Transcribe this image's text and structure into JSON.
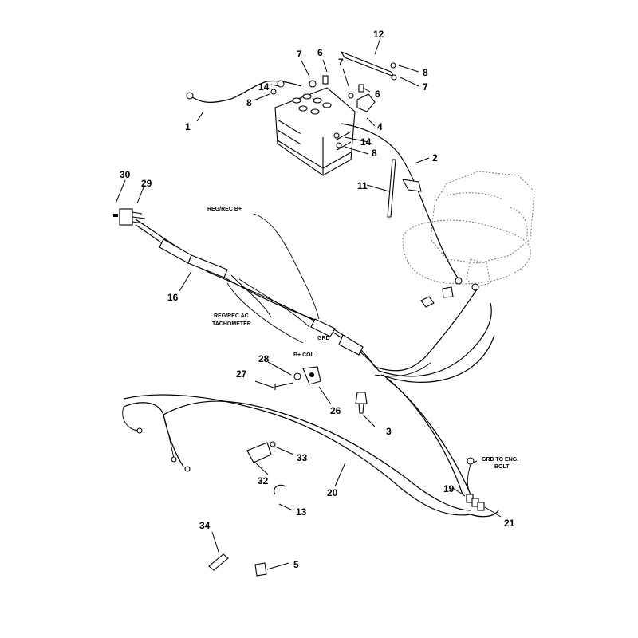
{
  "callouts": {
    "n1": "1",
    "n2": "2",
    "n3": "3",
    "n4": "4",
    "n5": "5",
    "n6a": "6",
    "n6b": "6",
    "n7a": "7",
    "n7b": "7",
    "n7c": "7",
    "n8a": "8",
    "n8b": "8",
    "n8c": "8",
    "n11": "11",
    "n12": "12",
    "n13": "13",
    "n14a": "14",
    "n14b": "14",
    "n16": "16",
    "n19": "19",
    "n20": "20",
    "n21": "21",
    "n26": "26",
    "n27": "27",
    "n28": "28",
    "n29": "29",
    "n30": "30",
    "n32": "32",
    "n33": "33",
    "n34": "34"
  },
  "wire_tags": {
    "reg_rec_b": "REG/REC B+",
    "reg_rec_ac_1": "REG/REC AC",
    "reg_rec_ac_2": "TACHOMETER",
    "grd": "GRD",
    "b_coil": "B+ COIL",
    "grd_eng_1": "GRD TO ENG.",
    "grd_eng_2": "BOLT"
  }
}
